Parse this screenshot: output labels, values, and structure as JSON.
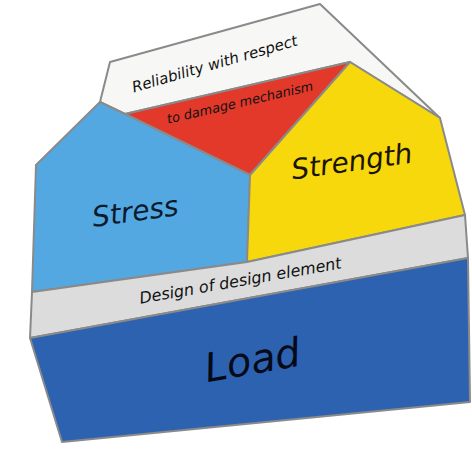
{
  "diagram": {
    "nodes": [
      {
        "text": [
          "Reliability with respect"
        ]
      },
      {
        "text": [
          "to damage mechanism"
        ]
      },
      {
        "text": [
          "Stress"
        ]
      },
      {
        "text": [
          "Strength"
        ]
      },
      {
        "text": [
          "Design of design element"
        ]
      },
      {
        "text": [
          "Load"
        ]
      }
    ]
  }
}
